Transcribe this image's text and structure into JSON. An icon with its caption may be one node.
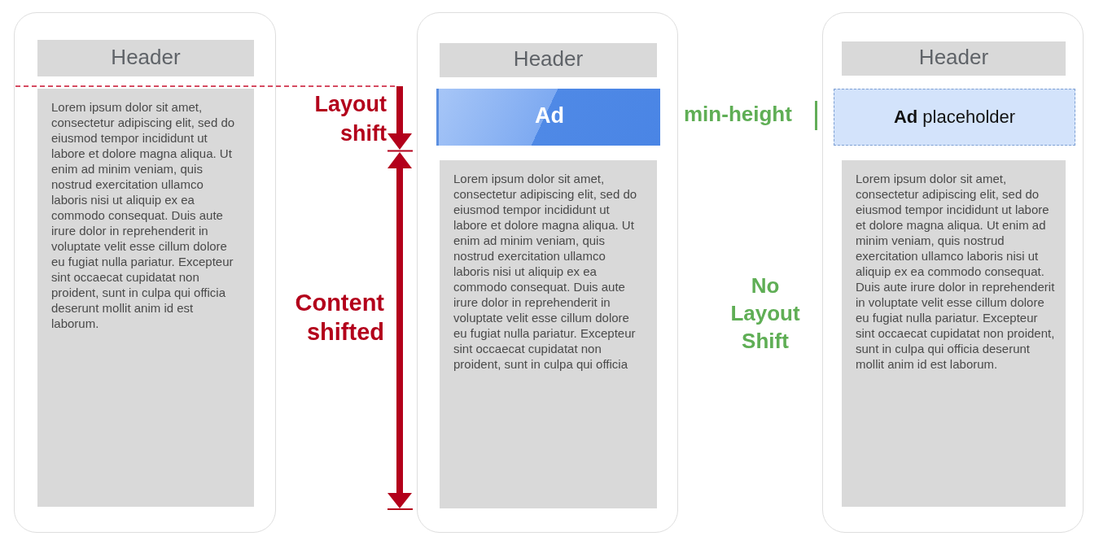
{
  "diagram": {
    "nodes": [
      {
        "text": [],
        "shape": "box"
      },
      {
        "text": [
          "Header"
        ],
        "in": 0
      },
      {
        "text": [
          "Lorem ipsum dolor sit amet, consectetur adipiscing elit, sed do eiusmod tempor incididunt ut labore et dolore magna aliqua. Ut enim ad minim veniam, quis nostrud exercitation ullamco laboris nisi ut aliquip ex ea commodo consequat. Duis aute irure dolor in reprehenderit in voluptate velit esse cillum dolore eu fugiat nulla pariatur. Excepteur sint occaecat cupidatat non proident, sunt in culpa qui officia deserunt mollit anim id est laborum."
        ],
        "in": 0
      },
      {
        "text": [],
        "shape": "box"
      },
      {
        "text": [
          "Header"
        ],
        "in": 3
      },
      {
        "text": [
          "Ad"
        ],
        "in": 3
      },
      {
        "text": [
          "Lorem ipsum dolor sit amet, consectetur adipiscing elit, sed do eiusmod tempor incididunt ut labore et dolore magna aliqua. Ut enim ad minim veniam, quis nostrud exercitation ullamco laboris nisi ut aliquip ex ea commodo consequat. Duis aute irure dolor in reprehenderit in voluptate velit esse cillum dolore eu fugiat nulla pariatur. Excepteur sint occaecat cupidatat non proident, sunt in culpa qui officia"
        ],
        "in": 3
      },
      {
        "text": [],
        "shape": "box"
      },
      {
        "text": [
          "Header"
        ],
        "in": 7
      },
      {
        "text": [
          "**Ad** placeholder"
        ],
        "in": 7
      },
      {
        "text": [
          "Lorem ipsum dolor sit amet, consectetur adipiscing elit, sed do eiusmod tempor incididunt ut labore et dolore magna aliqua. Ut enim ad minim veniam, quis nostrud exercitation ullamco laboris nisi ut aliquip ex ea commodo consequat. Duis aute irure dolor in reprehenderit in voluptate velit esse cillum dolore eu fugiat nulla pariatur. Excepteur sint occaecat cupidatat non proident, sunt in culpa qui officia deserunt mollit anim id est laborum."
        ],
        "in": 7
      }
    ],
    "labels": [
      "Layout shift",
      "min-height",
      "Content shifted",
      "No Layout Shift"
    ]
  }
}
